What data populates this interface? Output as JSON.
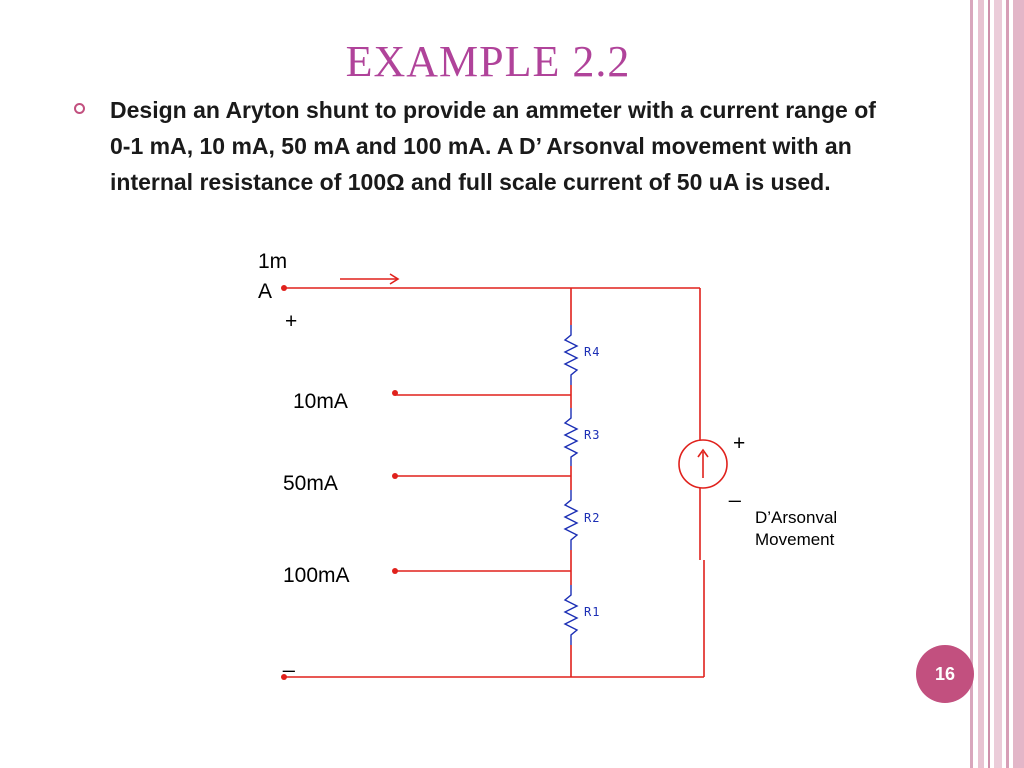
{
  "slide": {
    "title": "EXAMPLE 2.2",
    "body": "Design an Aryton shunt to provide an ammeter with a current range of 0-1 mA, 10 mA, 50 mA and 100 mA. A D’ Arsonval movement with an internal resistance of 100Ω and full scale current of 50 uA is used.",
    "page_number": "16"
  },
  "diagram": {
    "terminal_1ma_line1": "1m",
    "terminal_1ma_line2": "A",
    "terminal_10ma": "10mA",
    "terminal_50ma": "50mA",
    "terminal_100ma": "100mA",
    "plus_left": "+",
    "minus_left": "_",
    "r4": "R4",
    "r3": "R3",
    "r2": "R2",
    "r1": "R1",
    "meter_plus": "+",
    "meter_minus": "_",
    "meter_label_line1": "D’Arsonval",
    "meter_label_line2": "Movement"
  },
  "colors": {
    "title": "#b0439a",
    "wire": "#e0211c",
    "resistor": "#1c2fb5",
    "accent": "#c2507f"
  }
}
